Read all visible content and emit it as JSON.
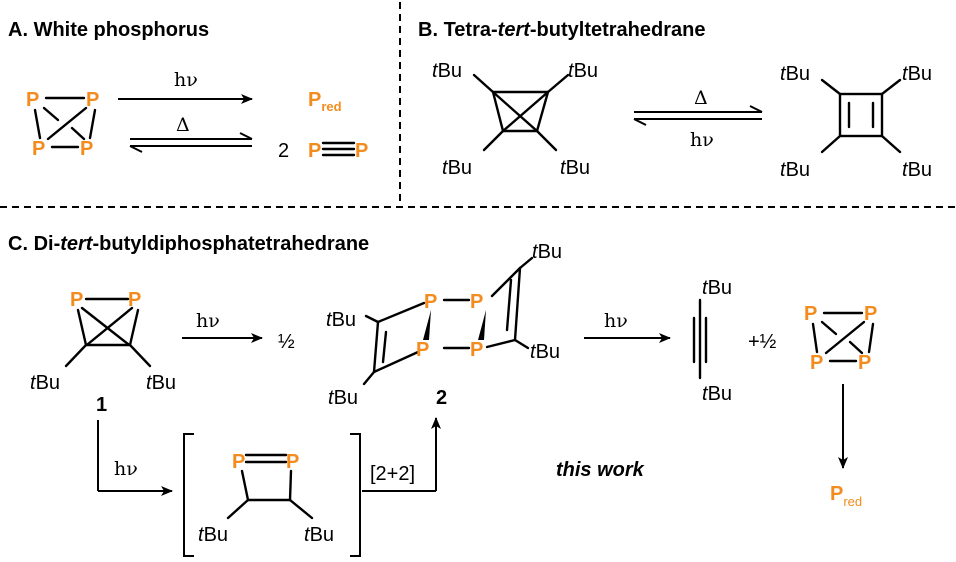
{
  "panel_a": {
    "letter": "A.",
    "title": "White phosphorus"
  },
  "panel_b": {
    "letter": "B.",
    "title_pre": "Tetra-",
    "title_em": "tert",
    "title_post": "-butyltetrahedrane"
  },
  "panel_c": {
    "letter": "C.",
    "title_pre": "Di-",
    "title_em": "tert",
    "title_post": "-butyldiphosphatetrahedrane"
  },
  "atoms": {
    "phosphorus": "P",
    "p_red_main": "P",
    "p_red_sub": "red",
    "t": "t",
    "bu": "Bu"
  },
  "conditions": {
    "light": "hν",
    "heat": "Δ",
    "cycloaddition": "[2+2]"
  },
  "coefficients": {
    "two": "2",
    "half": "½",
    "plus_half": "+½"
  },
  "compounds": {
    "first": "1",
    "second": "2"
  },
  "annotation": "this work"
}
